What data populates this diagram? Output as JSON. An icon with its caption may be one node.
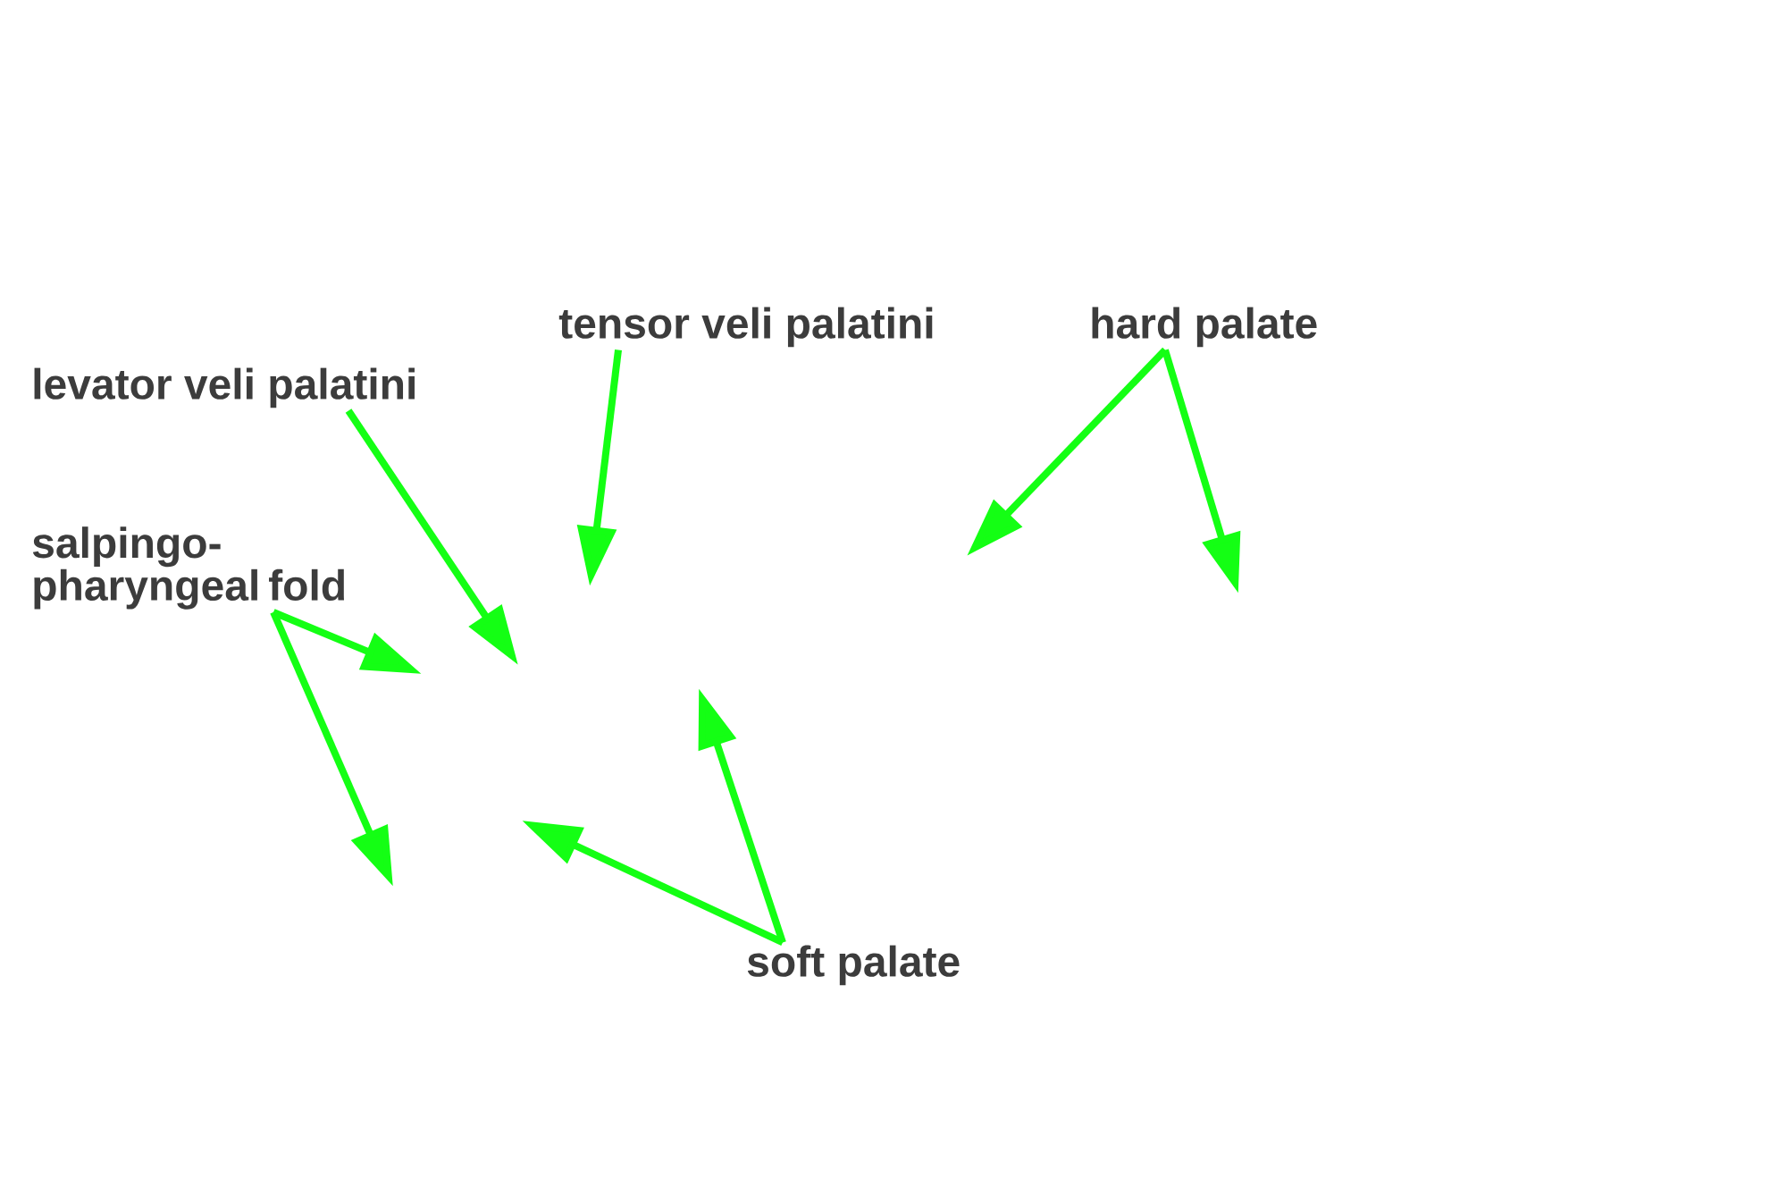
{
  "diagram": {
    "nodes": [
      {
        "text": [
          "tensor veli palatini"
        ]
      },
      {
        "text": [
          "hard palate"
        ]
      },
      {
        "text": [
          "levator veli palatini"
        ]
      },
      {
        "text": [
          "salpingo- pharyngeal fold"
        ]
      },
      {
        "text": [
          "soft palate"
        ]
      }
    ],
    "edges": [
      {
        "from": 0,
        "to": null,
        "arrow": "to"
      },
      {
        "from": 1,
        "to": null,
        "arrow": "to"
      },
      {
        "from": 1,
        "to": null,
        "arrow": "to"
      },
      {
        "from": 2,
        "to": null,
        "arrow": "to"
      },
      {
        "from": 3,
        "to": null,
        "arrow": "to"
      },
      {
        "from": 3,
        "to": null,
        "arrow": "to"
      },
      {
        "from": 4,
        "to": null,
        "arrow": "to"
      },
      {
        "from": 4,
        "to": null,
        "arrow": "to"
      }
    ]
  }
}
